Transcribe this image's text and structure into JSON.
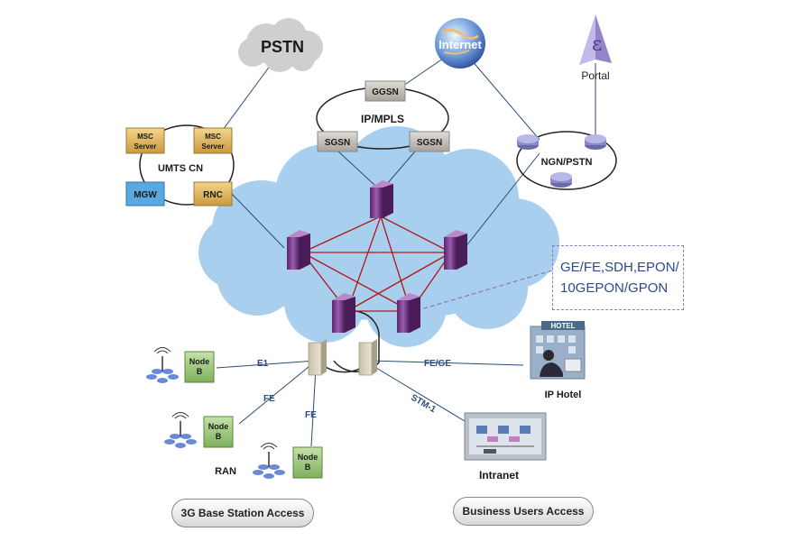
{
  "labels": {
    "pstn": "PSTN",
    "internet": "Internet",
    "portal": "Portal",
    "ggsn": "GGSN",
    "ip_mpls": "IP/MPLS",
    "sgsn": "SGSN",
    "msc_server_line1": "MSC",
    "msc_server_line2": "Server",
    "umts_cn": "UMTS CN",
    "mgw": "MGW",
    "rnc": "RNC",
    "ngn_pstn": "NGN/PSTN",
    "node_line1": "Node",
    "node_line2": "B",
    "ran": "RAN",
    "ip_hotel": "IP Hotel",
    "hotel_sign": "HOTEL",
    "intranet": "Intranet"
  },
  "links": {
    "e1": "E1",
    "fe": "FE",
    "fe_ge": "FE/GE",
    "stm1": "STM-1"
  },
  "callout": {
    "line1": "GE/FE,SDH,EPON/",
    "line2": "10GEPON/GPON"
  },
  "footer": {
    "left": "3G Base Station Access",
    "right": "Business Users Access"
  },
  "colors": {
    "cloud": "#a9cfee",
    "core_link": "#b01818",
    "ring": "#222222",
    "server": "#7b3b8c",
    "msc": "#d8a850",
    "mgw": "#5aa8e0",
    "node": "#8fbf6f"
  }
}
